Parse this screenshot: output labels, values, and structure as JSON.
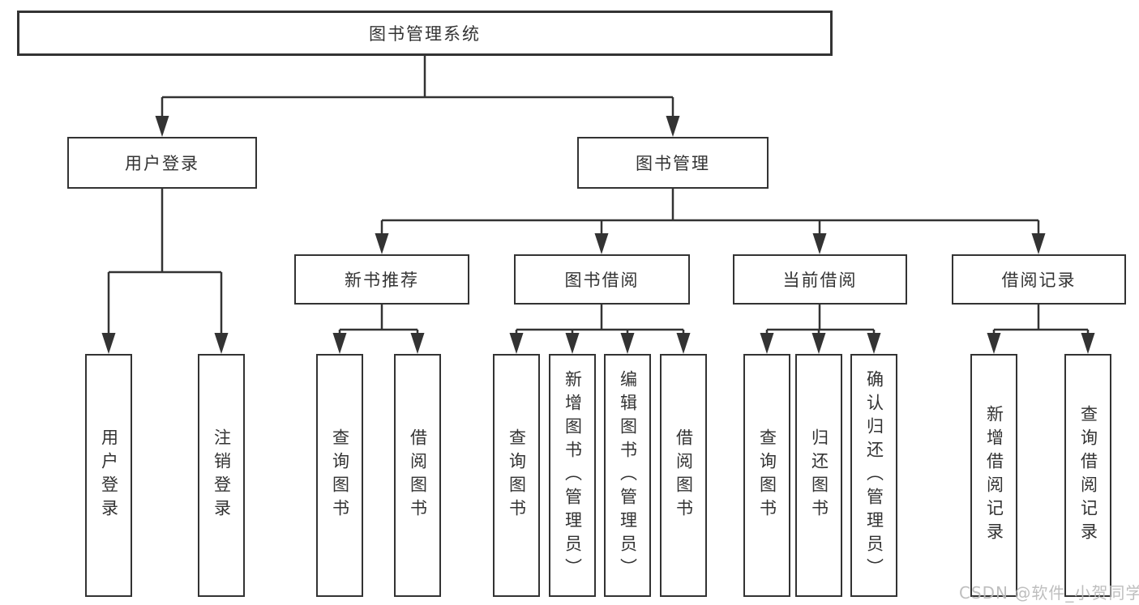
{
  "diagram": {
    "root": {
      "label": "图书管理系统"
    },
    "branches": [
      {
        "label": "用户登录",
        "children": [
          {
            "label": "用户登录"
          },
          {
            "label": "注销登录"
          }
        ]
      },
      {
        "label": "图书管理",
        "groups": [
          {
            "label": "新书推荐",
            "children": [
              {
                "label": "查询图书"
              },
              {
                "label": "借阅图书"
              }
            ]
          },
          {
            "label": "图书借阅",
            "children": [
              {
                "label": "查询图书"
              },
              {
                "label": "新增图书（管理员）"
              },
              {
                "label": "编辑图书（管理员）"
              },
              {
                "label": "借阅图书"
              }
            ]
          },
          {
            "label": "当前借阅",
            "children": [
              {
                "label": "查询图书"
              },
              {
                "label": "归还图书"
              },
              {
                "label": "确认归还（管理员）"
              }
            ]
          },
          {
            "label": "借阅记录",
            "children": [
              {
                "label": "新增借阅记录"
              },
              {
                "label": "查询借阅记录"
              }
            ]
          }
        ]
      }
    ]
  },
  "watermark": {
    "text": "CSDN @软件_小贺同学"
  },
  "colors": {
    "line": "#333333",
    "box_background": "#ffffff",
    "watermark_gray": "#b9b9b9"
  }
}
